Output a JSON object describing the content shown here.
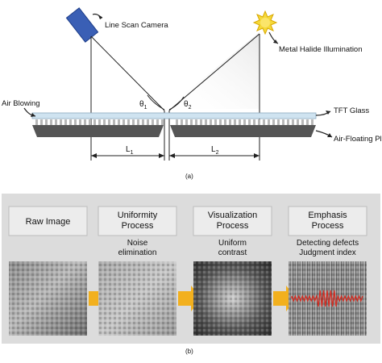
{
  "part_a": {
    "labels": {
      "camera": "Line Scan Camera",
      "illumination": "Metal Halide Illumination",
      "air_blowing": "Air Blowing",
      "tft_glass": "TFT Glass",
      "plates": "Air-Floating Plates",
      "theta1": "θ",
      "theta1_sub": "1",
      "theta2": "θ",
      "theta2_sub": "2",
      "l1": "L",
      "l1_sub": "1",
      "l2": "L",
      "l2_sub": "2",
      "caption": "(a)"
    },
    "colors": {
      "camera": "#3a5fb5",
      "sun": "#f5d93a",
      "glass": "#cfe3f0",
      "plate": "#555555"
    }
  },
  "part_b": {
    "background": "#dcdcdc",
    "arrow_color": "#f2b01e",
    "steps": [
      {
        "title": "Raw Image",
        "desc": ""
      },
      {
        "title": "Uniformity\nProcess",
        "desc": "Noise\nelimination"
      },
      {
        "title": "Visualization\nProcess",
        "desc": "Uniform\ncontrast"
      },
      {
        "title": "Emphasis\nProcess",
        "desc": "Detecting defects\nJudgment index"
      }
    ],
    "caption": "(b)"
  }
}
